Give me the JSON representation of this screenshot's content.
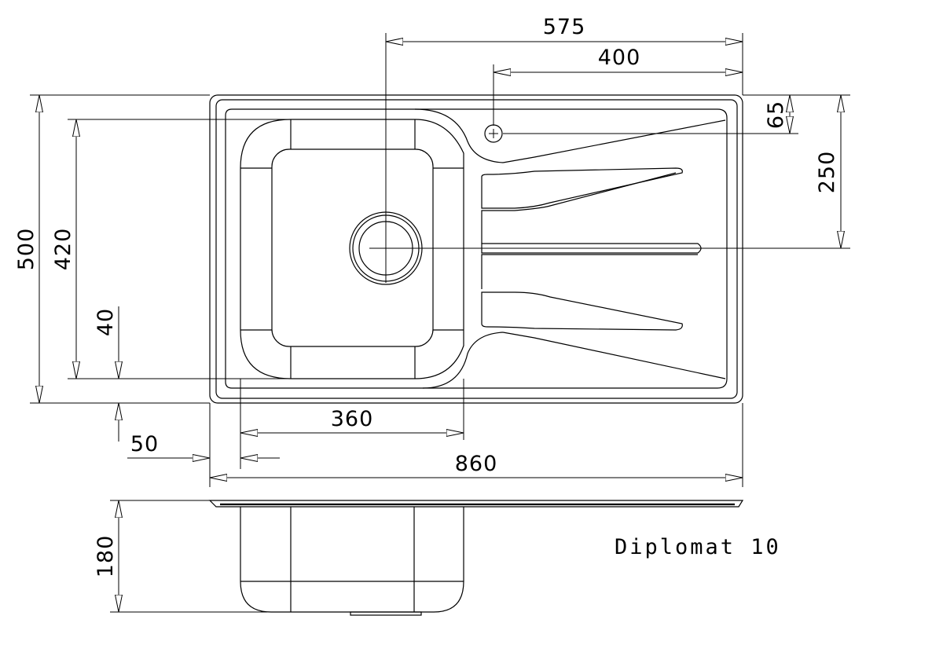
{
  "model": "Diplomat 10",
  "dimensions": {
    "overall_width": "860",
    "overall_depth": "500",
    "bowl_to_right_edge": "575",
    "tap_hole_to_right_edge": "400",
    "tap_hole_from_top": "65",
    "drain_from_top": "250",
    "bowl_depth": "420",
    "bowl_front_offset": "40",
    "bowl_side_offset": "50",
    "bowl_width": "360",
    "bowl_height": "180"
  }
}
